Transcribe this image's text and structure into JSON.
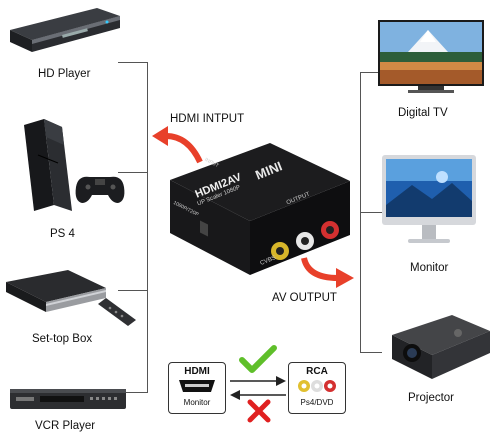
{
  "devices_left": [
    {
      "label": "HD Player"
    },
    {
      "label": "PS 4"
    },
    {
      "label": "Set-top Box"
    },
    {
      "label": "VCR Player"
    }
  ],
  "devices_right": [
    {
      "label": "Digital TV"
    },
    {
      "label": "Monitor"
    },
    {
      "label": "Projector"
    }
  ],
  "converter": {
    "top_label": "MINI",
    "model": "HDMI2AV",
    "subtitle": "UP Scaler 1080P",
    "port_label_left": "CVBS",
    "port_label_output": "OUTPUT",
    "switch_label": "1080P/720P",
    "input_label": "INPUT"
  },
  "arrows": {
    "hdmi_input_label": "HDMI INTPUT",
    "av_output_label": "AV OUTPUT"
  },
  "legend": {
    "hdmi_title": "HDMI",
    "hdmi_sub": "Monitor",
    "rca_title": "RCA",
    "rca_sub": "Ps4/DVD"
  },
  "colors": {
    "arrow_red": "#e8402a",
    "check_green": "#5fbf2a",
    "cross_red": "#e02020",
    "line_gray": "#555555"
  }
}
